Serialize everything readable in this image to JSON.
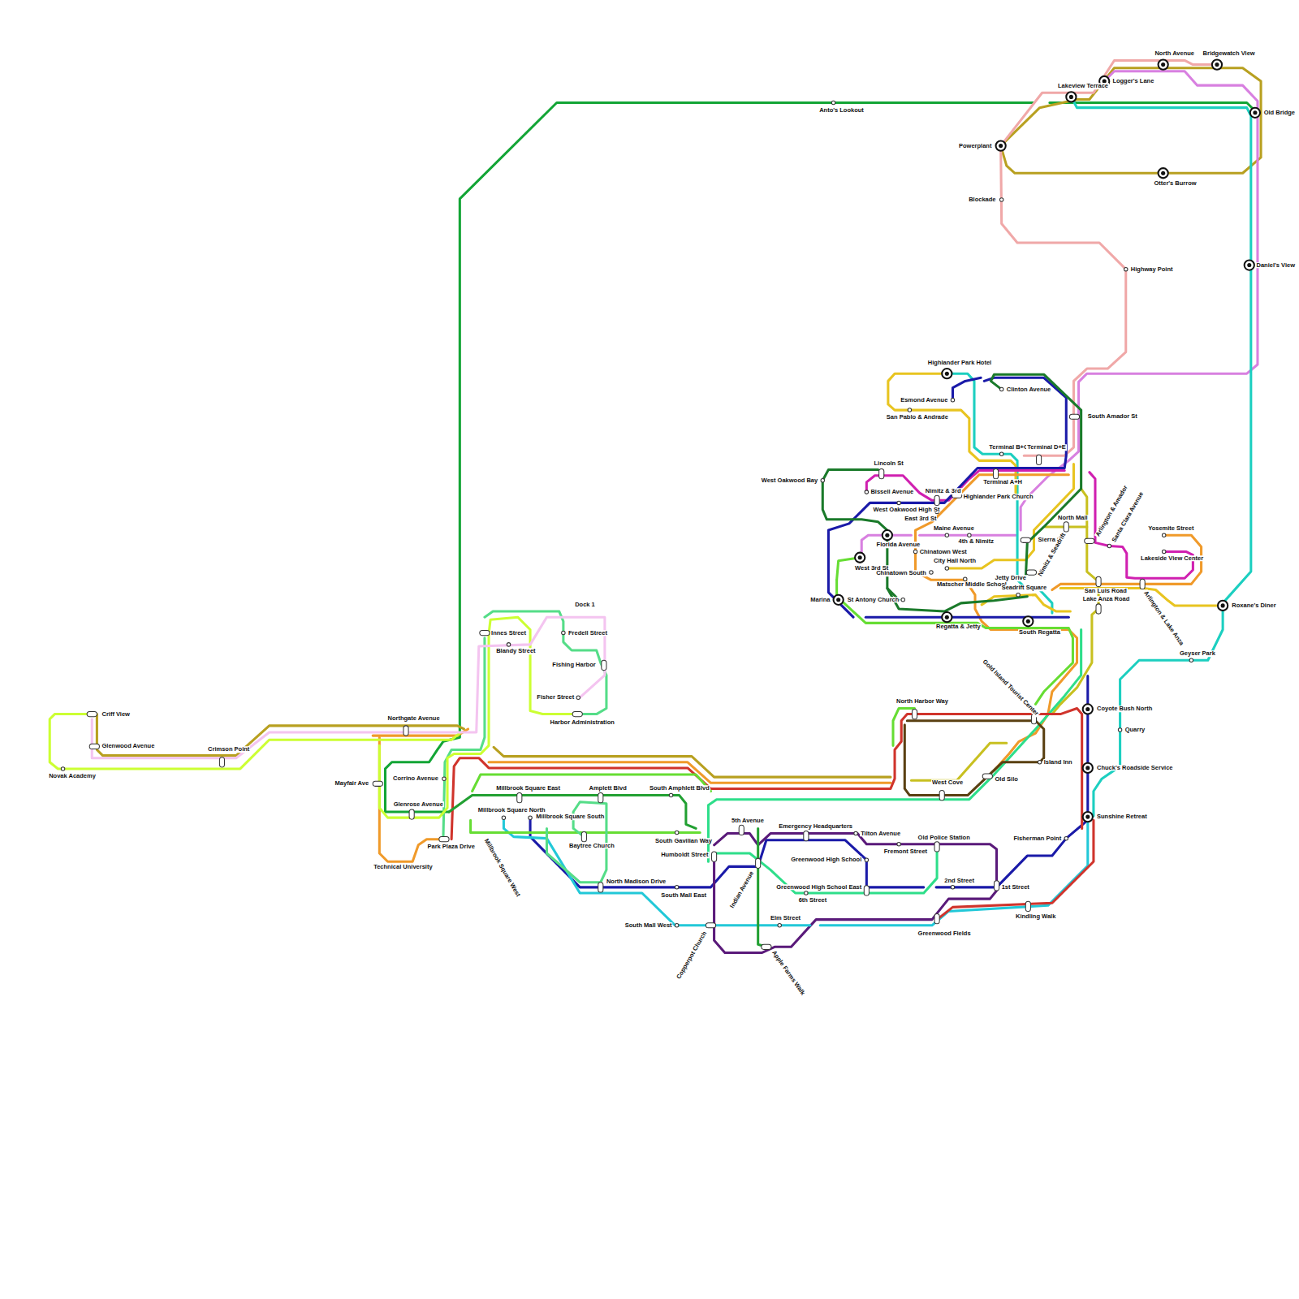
{
  "diagram": {
    "labels": [
      "Criff View",
      "Glenwood Avenue",
      "Novak Academy",
      "Crimson Point",
      "Northgate Avenue",
      "Mayfair Ave",
      "Corrino Avenue",
      "Glenrose Avenue",
      "Technical University",
      "Park Plaza Drive",
      "Innes Street",
      "Blandy Street",
      "Dock 1",
      "Fredell Street",
      "Fishing Harbor",
      "Fisher Street",
      "Harbor Administration",
      "Anto's Lookout",
      "Millbrook Square East",
      "Amplett Blvd",
      "South Amphlett Blvd",
      "Millbrook Square North",
      "Millbrook Square South",
      "Millbrook Square West",
      "South Gavilian Way",
      "Baytree Church",
      "North Madison Drive",
      "South Mall East",
      "South Mall West",
      "5th Avenue",
      "Humboldt Street",
      "Indian Avenue",
      "Copperpot Church",
      "Apple Farms Walk",
      "Emergency Headquarters",
      "Tilton Avenue",
      "Fremont Street",
      "Old Police Station",
      "Greenwood High School",
      "Greenwood High School East",
      "6th Street",
      "2nd Street",
      "1st Street",
      "Elm Street",
      "Greenwood Fields",
      "Kindling Walk",
      "Fisherman Point",
      "Sunshine Retreat",
      "Chuck's Roadside Service",
      "Coyote Bush North",
      "Quarry",
      "Island Inn",
      "Old Silo",
      "West Cove",
      "North Harbor Way",
      "Gold Island Tourist Center",
      "Geyser Park",
      "Roxane's Diner",
      "Daniel's View",
      "Old Bridge",
      "Bridgewatch View",
      "North Avenue",
      "Logger's Lane",
      "Lakeview Terrace",
      "Powerplant",
      "Otter's Burrow",
      "Blockade",
      "Highway Point",
      "Highlander Park Hotel",
      "Esmond Avenue",
      "San Pablo & Andrade",
      "Clinton Avenue",
      "South Amador St",
      "Terminal B+G",
      "Terminal D+E",
      "Terminal A+H",
      "Lincoln St",
      "West Oakwood Bay",
      "Bissell Avenue",
      "Nimitz & 3rd",
      "Highlander Park Church",
      "West Oakwood High St",
      "East 3rd St",
      "Maine Avenue",
      "4th & Nimitz",
      "Florida Avenue",
      "Chinatown West",
      "City Hall North",
      "West 3rd St",
      "Chinatown South",
      "Matscher Middle School",
      "Jetty Drive",
      "Seadrift Square",
      "Marina",
      "St Antony Church",
      "Regatta & Jetty",
      "South Regatta",
      "Sierra St",
      "Nimitz & Seadrift",
      "North Mall",
      "Arlington & Amador",
      "Santa Clara Avenue",
      "Yosemite Street",
      "Lakeside View Center",
      "San Luis Road",
      "Lake Anza Road",
      "Arlington & Lake Anza"
    ]
  }
}
